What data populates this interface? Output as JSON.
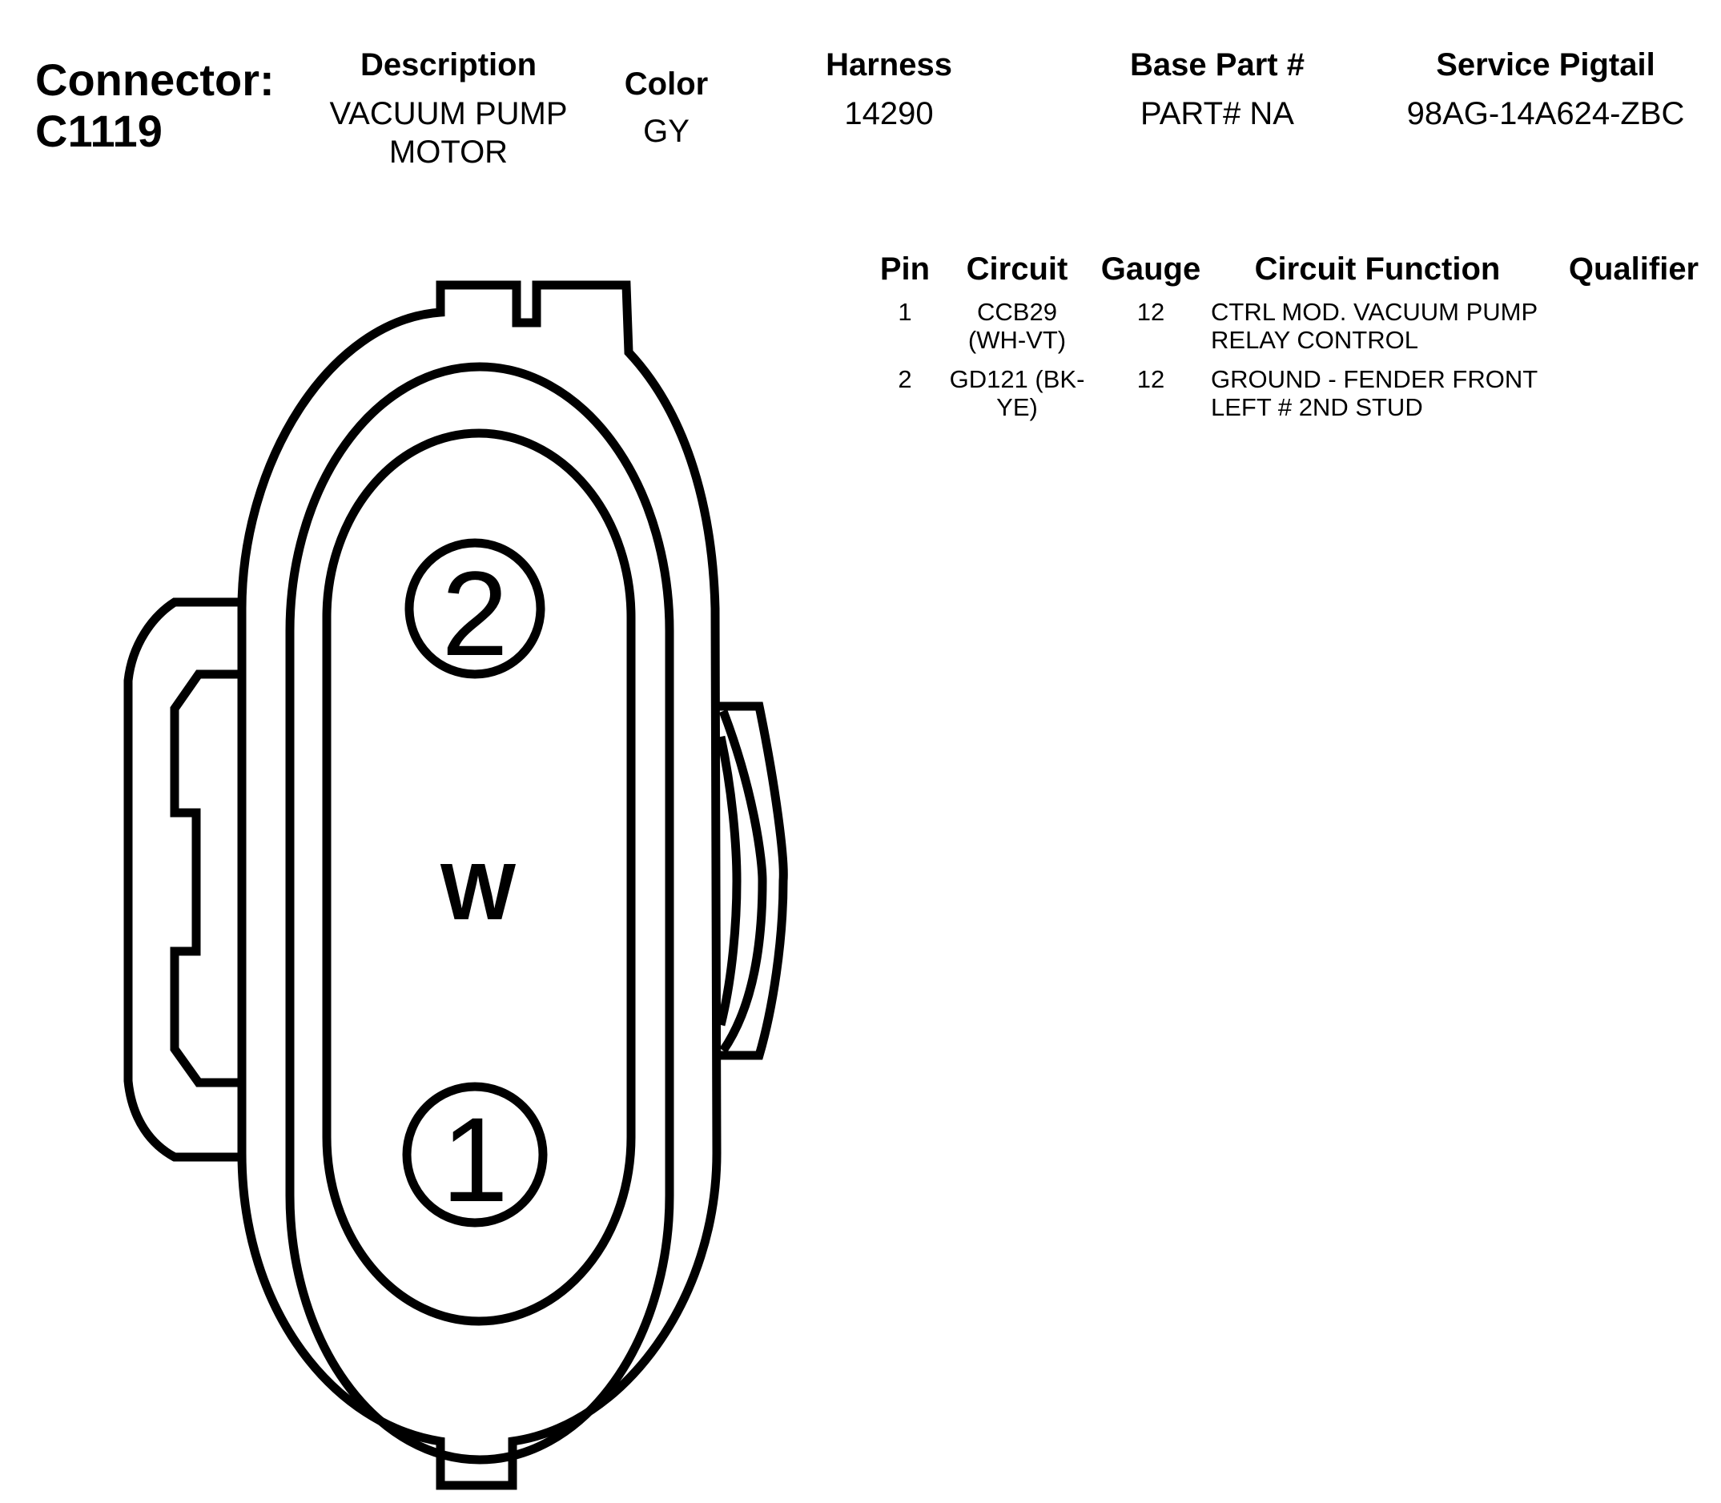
{
  "connector": {
    "label": "Connector:",
    "id": "C1119"
  },
  "header": {
    "description": {
      "label": "Description",
      "value_line1": "VACUUM PUMP",
      "value_line2": "MOTOR"
    },
    "color": {
      "label": "Color",
      "value": "GY"
    },
    "harness": {
      "label": "Harness",
      "value": "14290"
    },
    "base_part": {
      "label": "Base Part #",
      "value": "PART# NA"
    },
    "service_pigtail": {
      "label": "Service Pigtail",
      "value": "98AG-14A624-ZBC"
    }
  },
  "pin_table": {
    "headers": {
      "pin": "Pin",
      "circuit": "Circuit",
      "gauge": "Gauge",
      "function": "Circuit Function",
      "qualifier": "Qualifier"
    },
    "rows": [
      {
        "pin": "1",
        "circuit_line1": "CCB29",
        "circuit_line2": "(WH-VT)",
        "gauge": "12",
        "function_line1": "CTRL MOD. VACUUM PUMP",
        "function_line2": "RELAY CONTROL",
        "qualifier": ""
      },
      {
        "pin": "2",
        "circuit_line1": "GD121 (BK-",
        "circuit_line2": "YE)",
        "gauge": "12",
        "function_line1": "GROUND - FENDER FRONT",
        "function_line2": "LEFT # 2ND STUD",
        "qualifier": ""
      }
    ]
  },
  "diagram": {
    "pin_labels": [
      "2",
      "1"
    ],
    "key_mark": "W"
  }
}
